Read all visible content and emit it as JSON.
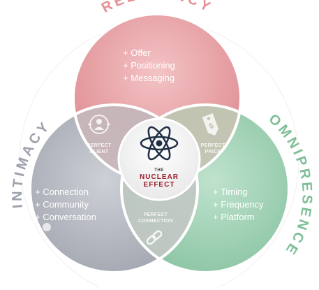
{
  "circles": {
    "top": {
      "title": "RELEVANCY",
      "color": "#e89fa3",
      "items": [
        "+ Offer",
        "+ Positioning",
        "+ Messaging"
      ]
    },
    "left": {
      "title": "INTIMACY",
      "color": "#a9adb8",
      "items": [
        "+ Connection",
        "+ Community",
        "+ Conversation"
      ]
    },
    "right": {
      "title": "OMNIPRESENCE",
      "color": "#8fc9aa",
      "items": [
        "+ Timing",
        "+ Frequency",
        "+ Platform"
      ]
    }
  },
  "overlaps": {
    "top_left": {
      "label_line1": "PERFECT",
      "label_line2": "CLIENT",
      "icon": "person-target-icon"
    },
    "top_right": {
      "label_line1": "PERFECT",
      "label_line2": "PRICE",
      "icon": "price-tag-icon"
    },
    "bottom": {
      "label_line1": "PERFECT",
      "label_line2": "CONNECTION",
      "icon": "chain-link-icon"
    }
  },
  "center": {
    "icon": "atom-icon",
    "line1": "THE",
    "line2": "NUCLEAR",
    "line3": "EFFECT"
  }
}
